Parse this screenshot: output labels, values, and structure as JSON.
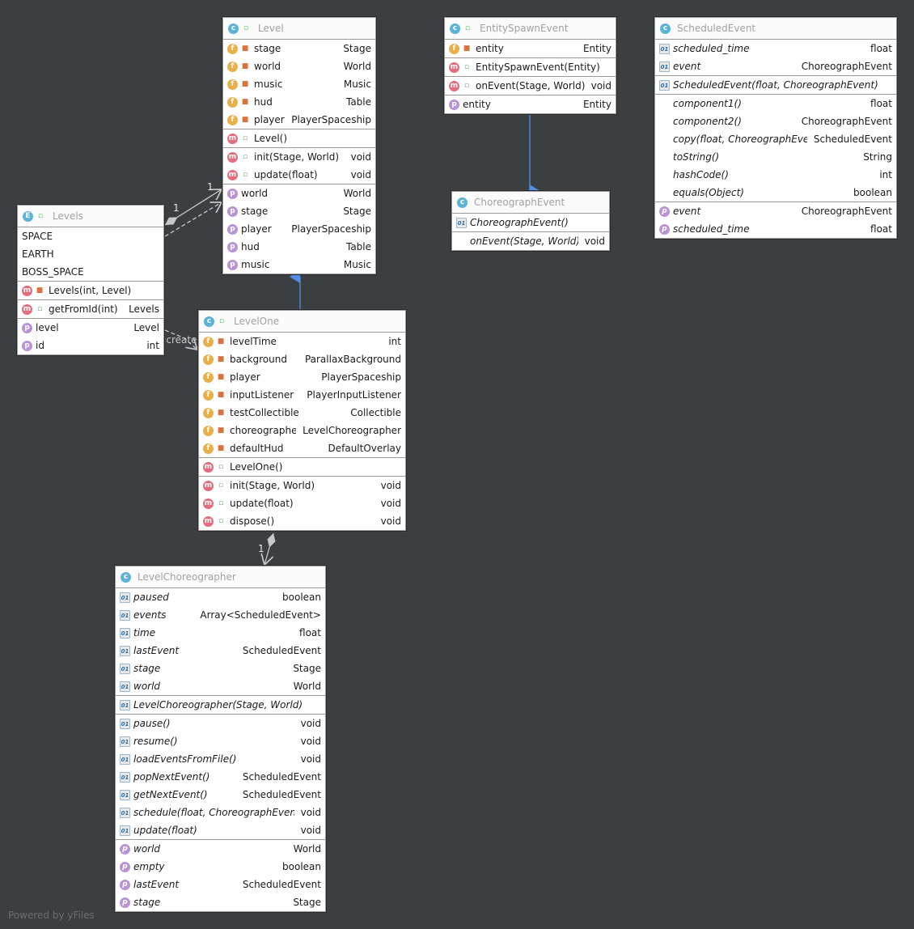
{
  "classes": {
    "level": {
      "title": "Level",
      "fields": [
        {
          "name": "stage",
          "type": "Stage"
        },
        {
          "name": "world",
          "type": "World"
        },
        {
          "name": "music",
          "type": "Music"
        },
        {
          "name": "hud",
          "type": "Table"
        },
        {
          "name": "player",
          "type": "PlayerSpaceship"
        }
      ],
      "constructors": [
        {
          "name": "Level()",
          "type": ""
        }
      ],
      "methods": [
        {
          "name": "init(Stage, World)",
          "type": "void"
        },
        {
          "name": "update(float)",
          "type": "void"
        }
      ],
      "properties": [
        {
          "name": "world",
          "type": "World"
        },
        {
          "name": "stage",
          "type": "Stage"
        },
        {
          "name": "player",
          "type": "PlayerSpaceship"
        },
        {
          "name": "hud",
          "type": "Table"
        },
        {
          "name": "music",
          "type": "Music"
        }
      ]
    },
    "entity_spawn_event": {
      "title": "EntitySpawnEvent",
      "fields": [
        {
          "name": "entity",
          "type": "Entity"
        }
      ],
      "constructors": [
        {
          "name": "EntitySpawnEvent(Entity)",
          "type": ""
        }
      ],
      "methods": [
        {
          "name": "onEvent(Stage, World)",
          "type": "void"
        }
      ],
      "properties": [
        {
          "name": "entity",
          "type": "Entity"
        }
      ]
    },
    "scheduled_event": {
      "title": "ScheduledEvent",
      "fields": [
        {
          "name": "scheduled_time",
          "type": "float"
        },
        {
          "name": "event",
          "type": "ChoreographEvent"
        }
      ],
      "constructors": [
        {
          "name": "ScheduledEvent(float, ChoreographEvent)",
          "type": ""
        }
      ],
      "methods": [
        {
          "name": "component1()",
          "type": "float"
        },
        {
          "name": "component2()",
          "type": "ChoreographEvent"
        },
        {
          "name": "copy(float, ChoreographEvent)",
          "type": "ScheduledEvent"
        },
        {
          "name": "toString()",
          "type": "String"
        },
        {
          "name": "hashCode()",
          "type": "int"
        },
        {
          "name": "equals(Object)",
          "type": "boolean"
        }
      ],
      "properties": [
        {
          "name": "event",
          "type": "ChoreographEvent"
        },
        {
          "name": "scheduled_time",
          "type": "float"
        }
      ]
    },
    "choreograph_event": {
      "title": "ChoreographEvent",
      "constructors": [
        {
          "name": "ChoreographEvent()",
          "type": ""
        }
      ],
      "methods": [
        {
          "name": "onEvent(Stage, World)",
          "type": "void"
        }
      ]
    },
    "levels": {
      "title": "Levels",
      "constants": [
        {
          "name": "SPACE"
        },
        {
          "name": "EARTH"
        },
        {
          "name": "BOSS_SPACE"
        }
      ],
      "constructors": [
        {
          "name": "Levels(int, Level)",
          "type": ""
        }
      ],
      "methods": [
        {
          "name": "getFromId(int)",
          "type": "Levels"
        }
      ],
      "properties": [
        {
          "name": "level",
          "type": "Level"
        },
        {
          "name": "id",
          "type": "int"
        }
      ]
    },
    "level_one": {
      "title": "LevelOne",
      "fields": [
        {
          "name": "levelTime",
          "type": "int"
        },
        {
          "name": "background",
          "type": "ParallaxBackground"
        },
        {
          "name": "player",
          "type": "PlayerSpaceship"
        },
        {
          "name": "inputListener",
          "type": "PlayerInputListener"
        },
        {
          "name": "testCollectible",
          "type": "Collectible"
        },
        {
          "name": "choreographer",
          "type": "LevelChoreographer"
        },
        {
          "name": "defaultHud",
          "type": "DefaultOverlay"
        }
      ],
      "constructors": [
        {
          "name": "LevelOne()",
          "type": ""
        }
      ],
      "methods": [
        {
          "name": "init(Stage, World)",
          "type": "void"
        },
        {
          "name": "update(float)",
          "type": "void"
        },
        {
          "name": "dispose()",
          "type": "void"
        }
      ]
    },
    "level_choreographer": {
      "title": "LevelChoreographer",
      "fields": [
        {
          "name": "paused",
          "type": "boolean"
        },
        {
          "name": "events",
          "type": "Array<ScheduledEvent>"
        },
        {
          "name": "time",
          "type": "float"
        },
        {
          "name": "lastEvent",
          "type": "ScheduledEvent"
        },
        {
          "name": "stage",
          "type": "Stage"
        },
        {
          "name": "world",
          "type": "World"
        }
      ],
      "constructors": [
        {
          "name": "LevelChoreographer(Stage, World)",
          "type": ""
        }
      ],
      "methods": [
        {
          "name": "pause()",
          "type": "void"
        },
        {
          "name": "resume()",
          "type": "void"
        },
        {
          "name": "loadEventsFromFile()",
          "type": "void"
        },
        {
          "name": "popNextEvent()",
          "type": "ScheduledEvent"
        },
        {
          "name": "getNextEvent()",
          "type": "ScheduledEvent"
        },
        {
          "name": "schedule(float, ChoreographEvent)",
          "type": "void"
        },
        {
          "name": "update(float)",
          "type": "void"
        }
      ],
      "properties": [
        {
          "name": "world",
          "type": "World"
        },
        {
          "name": "empty",
          "type": "boolean"
        },
        {
          "name": "lastEvent",
          "type": "ScheduledEvent"
        },
        {
          "name": "stage",
          "type": "Stage"
        }
      ]
    }
  },
  "edge_labels": {
    "levels_level_mult_a": "1",
    "levels_level_mult_b": "1",
    "levels_levelone_create": "«create»",
    "levelone_choreographer_mult": "1"
  },
  "footer": {
    "watermark": "Powered by yFiles"
  },
  "colors": {
    "background": "#3c3f41",
    "edge": "#c8c8c8",
    "inheritance": "#4f8fe8"
  }
}
